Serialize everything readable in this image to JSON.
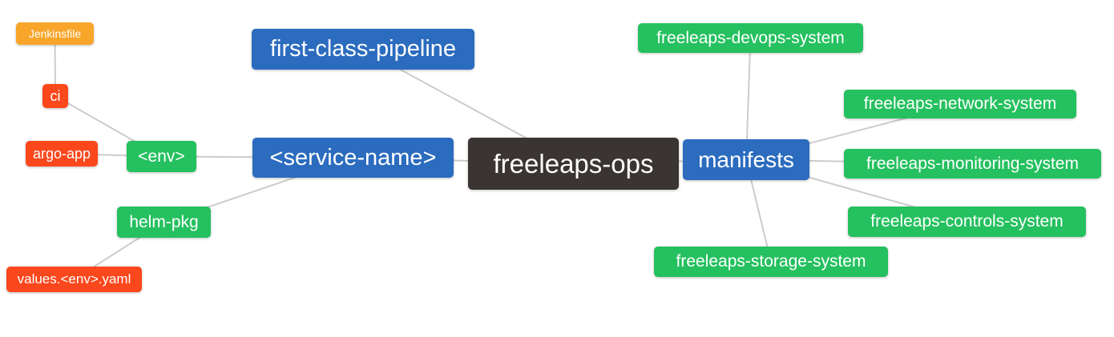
{
  "diagram": {
    "type": "mindmap",
    "root_id": "freeleaps-ops",
    "colors": {
      "root_node": "#3a3532",
      "primary_node": "#2b6cbf",
      "secondary_node": "#25c05f",
      "file_node": "#fb471c",
      "jenkins_node": "#f8a62a",
      "edge": "#cccccc",
      "node_text": "#ffffff",
      "background": "#ffffff"
    },
    "nodes": {
      "jenkinsfile": {
        "label": "Jenkinsfile",
        "color": "orange",
        "level": "leaf"
      },
      "ci": {
        "label": "ci",
        "color": "red",
        "level": "leaf"
      },
      "argo-app": {
        "label": "argo-app",
        "color": "red",
        "level": "leaf"
      },
      "env": {
        "label": "<env>",
        "color": "green",
        "level": "branch"
      },
      "helm-pkg": {
        "label": "helm-pkg",
        "color": "green",
        "level": "branch"
      },
      "values-env-yaml": {
        "label": "values.<env>.yaml",
        "color": "red",
        "level": "leaf"
      },
      "first-class-pipeline": {
        "label": "first-class-pipeline",
        "color": "blue",
        "level": "primary"
      },
      "service-name": {
        "label": "<service-name>",
        "color": "blue",
        "level": "primary"
      },
      "freeleaps-ops": {
        "label": "freeleaps-ops",
        "color": "dark",
        "level": "root"
      },
      "manifests": {
        "label": "manifests",
        "color": "blue",
        "level": "primary"
      },
      "freeleaps-devops-system": {
        "label": "freeleaps-devops-system",
        "color": "green",
        "level": "branch"
      },
      "freeleaps-network-system": {
        "label": "freeleaps-network-system",
        "color": "green",
        "level": "branch"
      },
      "freeleaps-monitoring-system": {
        "label": "freeleaps-monitoring-system",
        "color": "green",
        "level": "branch"
      },
      "freeleaps-controls-system": {
        "label": "freeleaps-controls-system",
        "color": "green",
        "level": "branch"
      },
      "freeleaps-storage-system": {
        "label": "freeleaps-storage-system",
        "color": "green",
        "level": "branch"
      }
    },
    "edges": [
      [
        "jenkinsfile",
        "ci"
      ],
      [
        "ci",
        "env"
      ],
      [
        "argo-app",
        "env"
      ],
      [
        "env",
        "service-name"
      ],
      [
        "helm-pkg",
        "service-name"
      ],
      [
        "values-env-yaml",
        "helm-pkg"
      ],
      [
        "first-class-pipeline",
        "freeleaps-ops"
      ],
      [
        "service-name",
        "freeleaps-ops"
      ],
      [
        "freeleaps-ops",
        "manifests"
      ],
      [
        "manifests",
        "freeleaps-devops-system"
      ],
      [
        "manifests",
        "freeleaps-network-system"
      ],
      [
        "manifests",
        "freeleaps-monitoring-system"
      ],
      [
        "manifests",
        "freeleaps-controls-system"
      ],
      [
        "manifests",
        "freeleaps-storage-system"
      ]
    ]
  }
}
